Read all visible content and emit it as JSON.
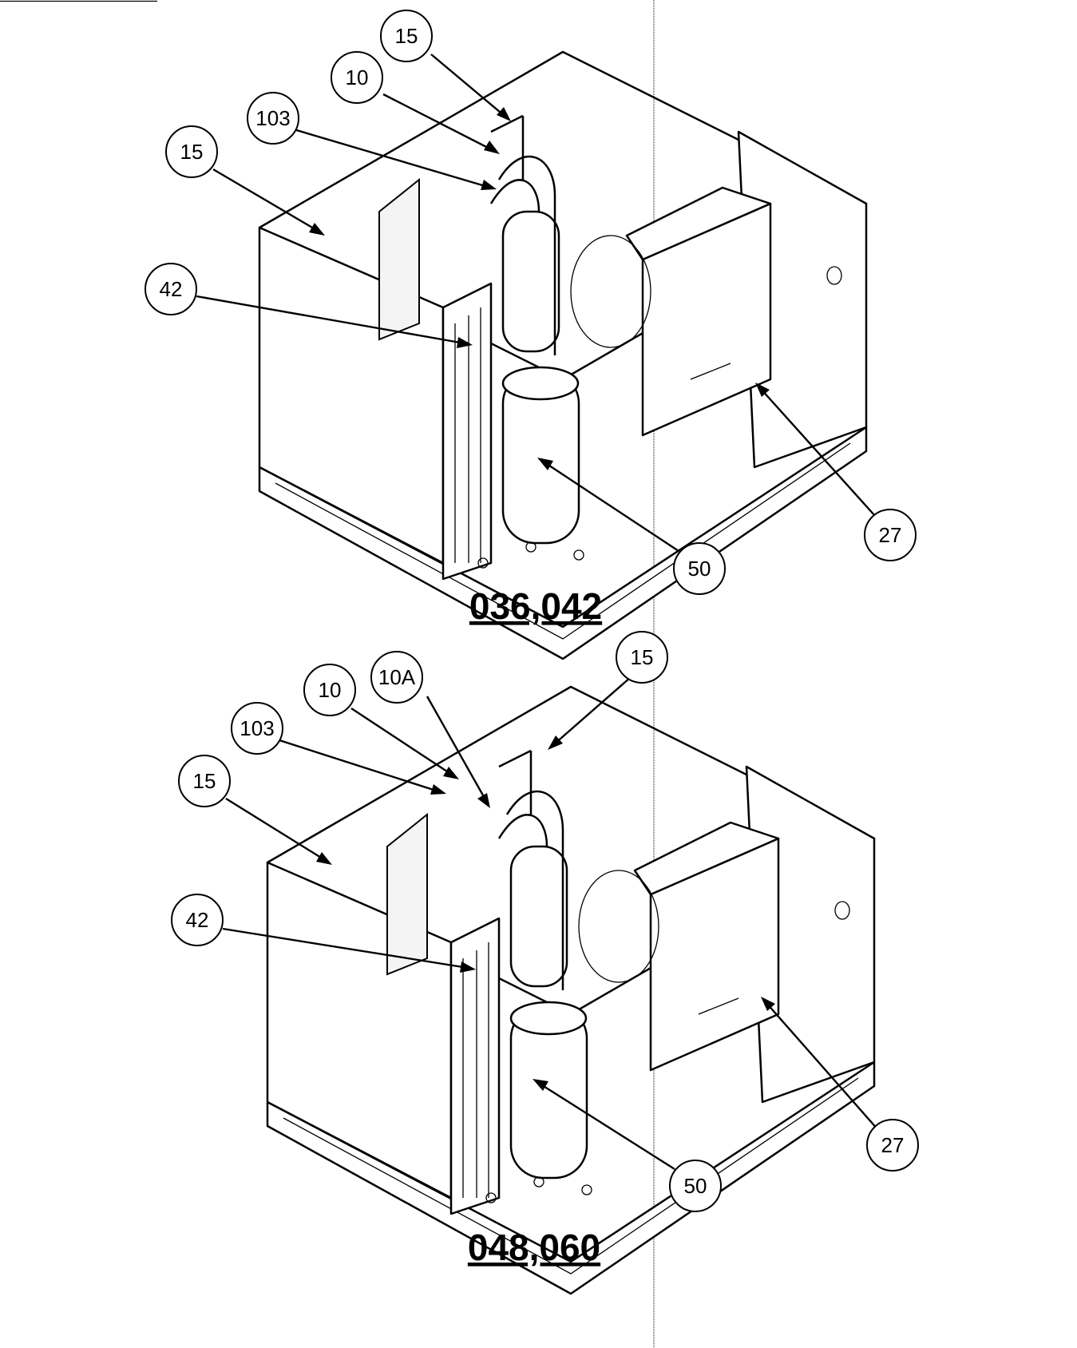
{
  "figures": [
    {
      "model_label": "036,042",
      "callouts": [
        "15",
        "10",
        "103",
        "15",
        "42",
        "50",
        "27"
      ]
    },
    {
      "model_label": "048,060",
      "callouts": [
        "15",
        "10A",
        "10",
        "103",
        "15",
        "42",
        "50",
        "27"
      ]
    }
  ]
}
